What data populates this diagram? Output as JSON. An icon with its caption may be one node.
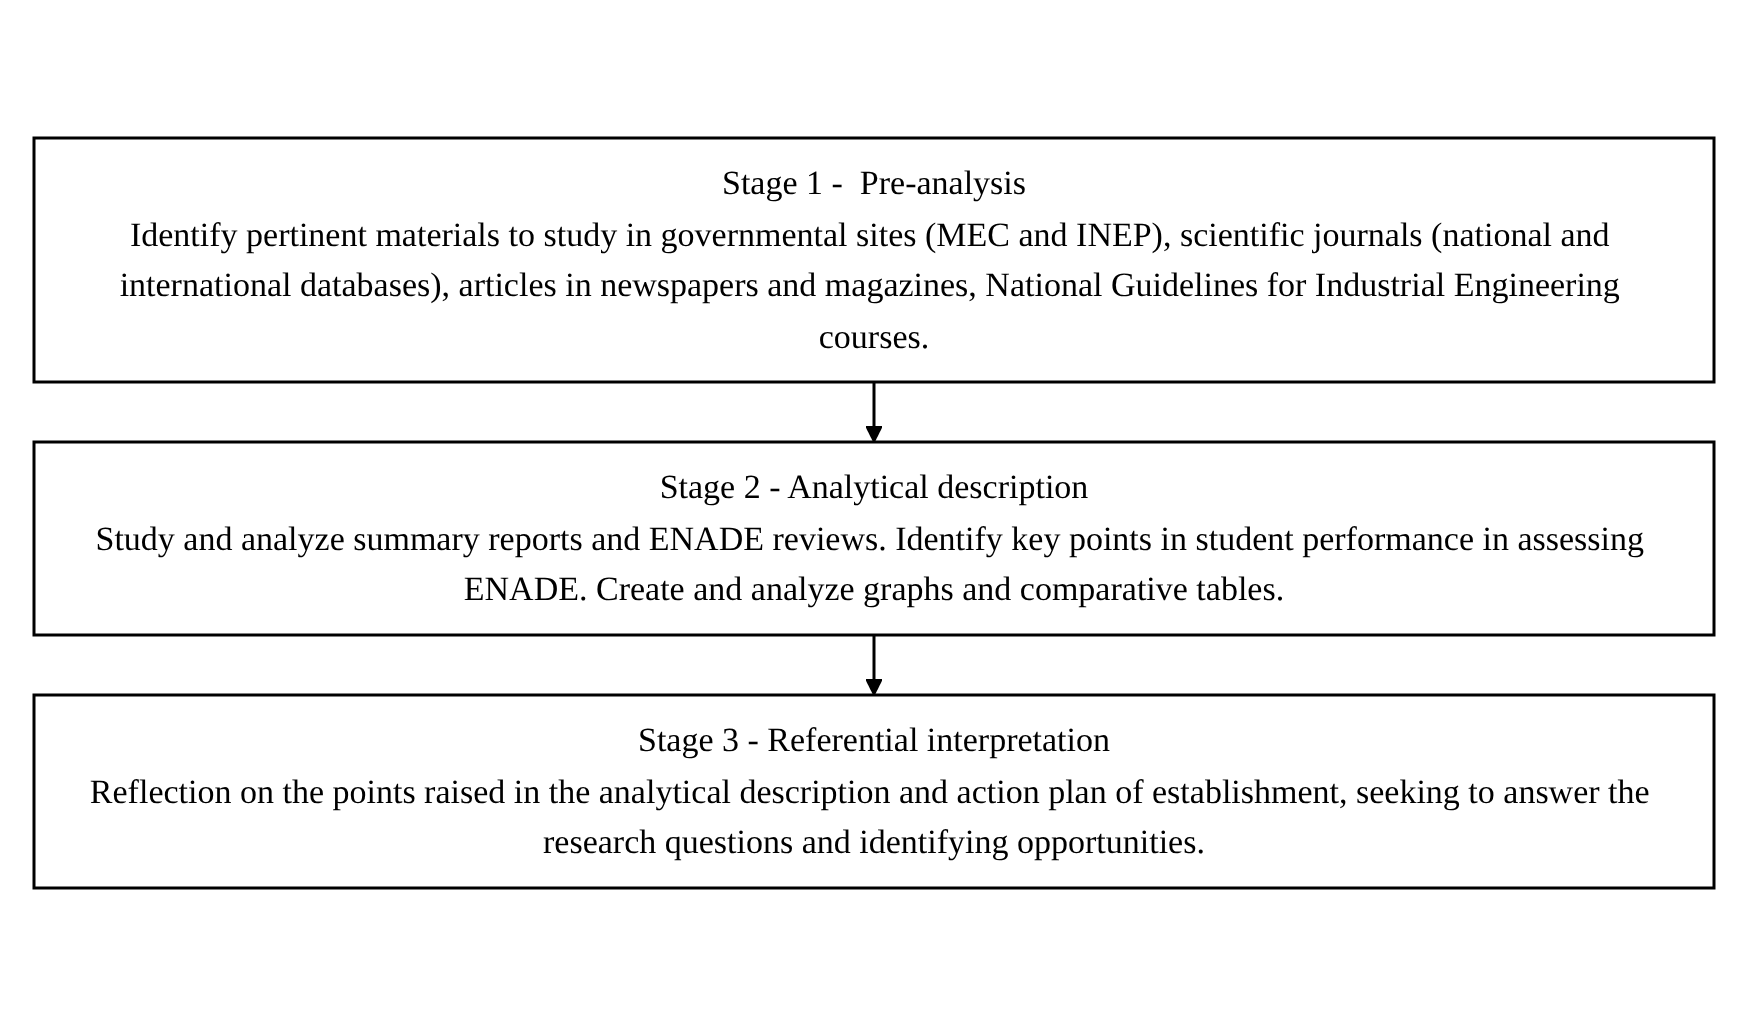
{
  "diagram": {
    "nodes": [
      {
        "text": [
          "Stage 1 -  Pre-analysis",
          "Identify pertinent materials to study in governmental sites (MEC and INEP), scientific journals (national and international databases), articles in newspapers and magazines, National Guidelines for Industrial Engineering courses."
        ]
      },
      {
        "text": [
          "Stage 2 - Analytical description",
          "Study and analyze summary reports and ENADE reviews. Identify key points in student performance in assessing ENADE. Create and analyze graphs and comparative tables."
        ]
      },
      {
        "text": [
          "Stage 3 - Referential interpretation",
          "Reflection on the points raised in the analytical description and action plan of establishment, seeking to answer the research questions and identifying opportunities."
        ]
      }
    ],
    "edges": [
      {
        "from": 0,
        "to": 1,
        "arrow": "to"
      },
      {
        "from": 1,
        "to": 2,
        "arrow": "to"
      }
    ]
  }
}
